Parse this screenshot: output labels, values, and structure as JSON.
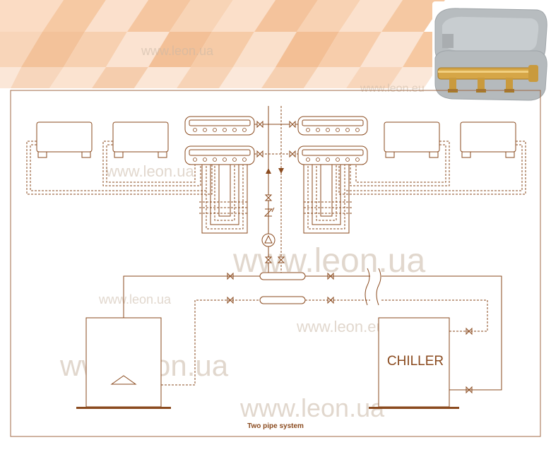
{
  "diagram": {
    "title": "Two pipe system",
    "chiller_label": "CHILLER",
    "watermark_text": "www.leon.ua",
    "watermark_text_alt": "www.leon.eu"
  },
  "colors": {
    "line": "#8a4a1e",
    "frame": "#a06a45",
    "header_bg_1": "#fbe3cf",
    "header_bg_2": "#f6c9a3",
    "header_bg_3": "#f2d2b9",
    "photo_bg": "#b9bcbe",
    "brass": "#d4a34a",
    "watermark": "#c9b8a6"
  }
}
